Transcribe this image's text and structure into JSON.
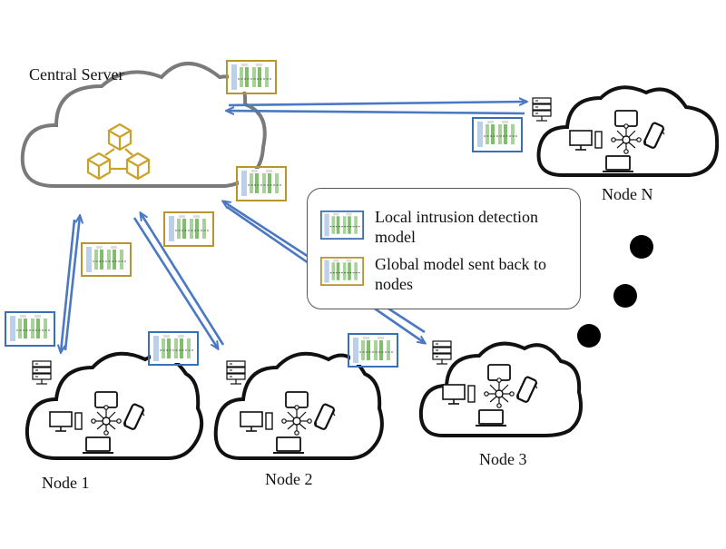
{
  "labels": {
    "central_server": "Central Server",
    "node_n": "Node N",
    "node_1": "Node 1",
    "node_2": "Node 2",
    "node_3": "Node 3"
  },
  "legend": {
    "local_model": "Local intrusion detection model",
    "global_model": "Global model sent back to nodes"
  },
  "colors": {
    "local_model_border": "#3b6fb5",
    "global_model_border": "#b8952e",
    "arrow": "#4a78c2",
    "cloud_outline": "#111111",
    "server_cloud_outline": "#7a7a7a",
    "blockchain_icon": "#c9a227"
  }
}
